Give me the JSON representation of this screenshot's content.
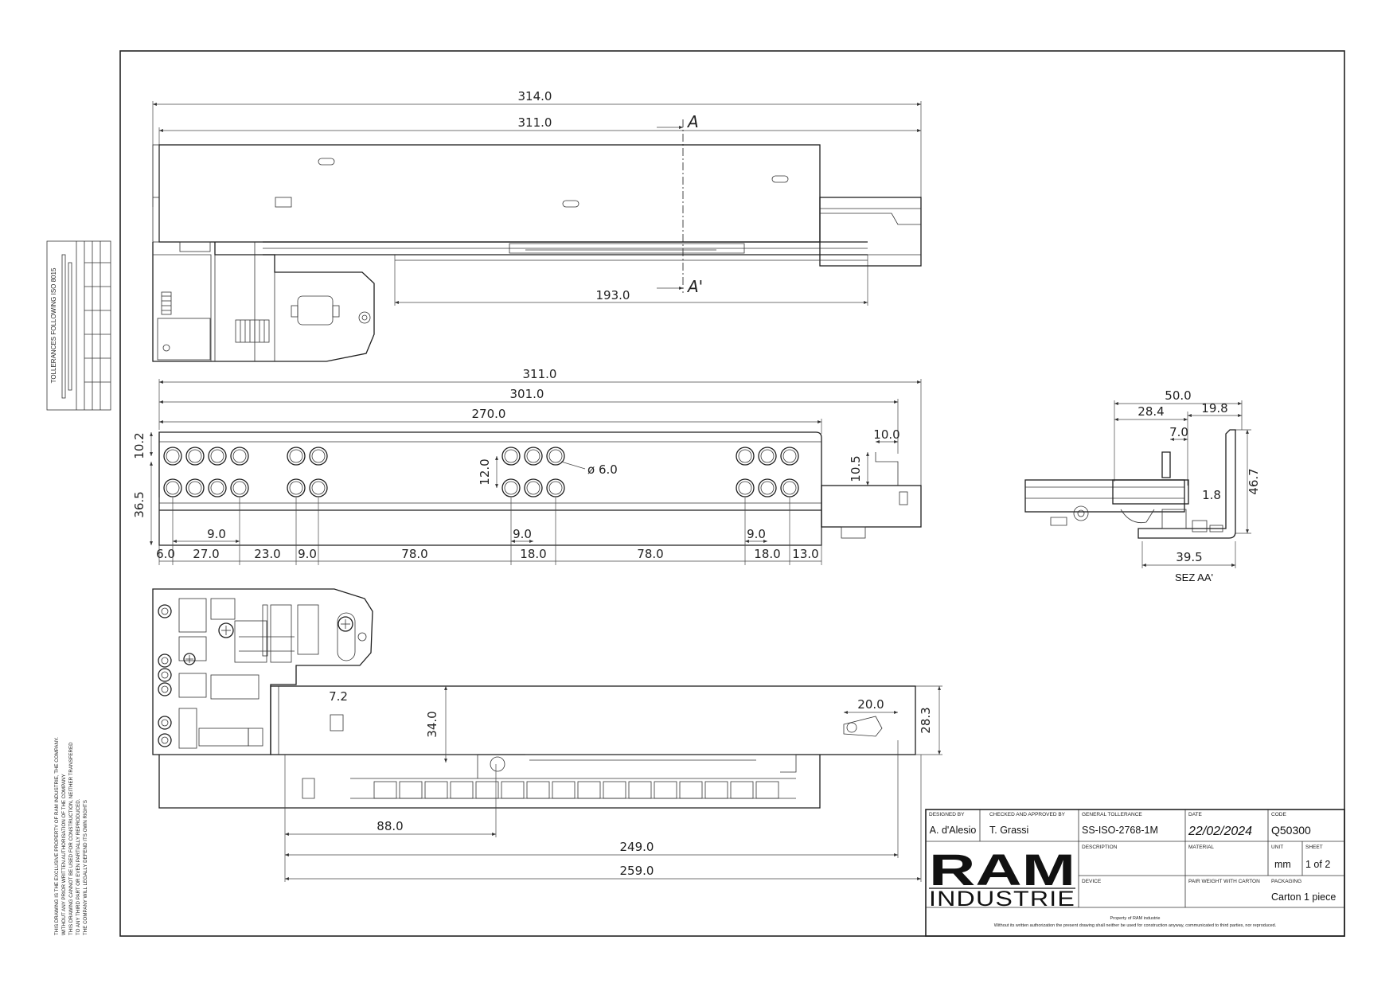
{
  "dimensions": {
    "top_view": [
      "314.0",
      "311.0",
      "193.0"
    ],
    "side_view_lengths": [
      "311.0",
      "301.0",
      "270.0"
    ],
    "side_view_heights": [
      "10.2",
      "36.5"
    ],
    "side_view_spacing": [
      "9.0",
      "9.0",
      "9.0",
      "12.0"
    ],
    "hole_diameter": "ø 6.0",
    "side_view_bottom": [
      "6.0",
      "27.0",
      "23.0",
      "9.0",
      "78.0",
      "18.0",
      "78.0",
      "18.0",
      "13.0"
    ],
    "side_view_tail": [
      "10.0",
      "10.5"
    ],
    "section": [
      "50.0",
      "28.4",
      "19.8",
      "7.0",
      "1.8",
      "46.7",
      "39.5"
    ],
    "bottom_view": [
      "7.2",
      "34.0",
      "20.0",
      "28.3",
      "88.0",
      "249.0",
      "259.0"
    ]
  },
  "section_marks": {
    "a": "A",
    "a_prime": "A'"
  },
  "section_label": "SEZ AA'",
  "title_block": {
    "designed_by_label": "DESIGNED BY",
    "designed_by": "A. d'Alesio",
    "checked_label": "CHECKED AND APPROVED BY",
    "checked": "T. Grassi",
    "tolerance_label": "GENERAL TOLLERANCE",
    "tolerance": "SS-ISO-2768-1M",
    "date_label": "DATE",
    "date": "22/02/2024",
    "code_label": "CODE",
    "code": "Q50300",
    "description_label": "DESCRIPTION",
    "material_label": "MATERIAL",
    "unit_label": "UNIT",
    "unit": "mm",
    "sheet_label": "SHEET",
    "sheet": "1 of 2",
    "device_label": "DEVICE",
    "weight_label": "PAIR WEIGHT WITH CARTON",
    "packaging_label": "PACKAGING",
    "packaging": "Carton 1 piece",
    "logo_top": "RAM",
    "logo_bottom": "INDUSTRIE",
    "property_line1": "Property of RAM industrie",
    "property_line2": "Without its written authorization the present drawing shall neither be used for construction anyway, communicated to third parties, nor reproduced."
  },
  "tolerance_box": {
    "heading": "TOLLERANCES FOLLOWING ISO 8015"
  },
  "legal_note": [
    "THIS DRAWING IS THE EXCLUSIVE PROPERTY OF RAM INDUSTRIE, THE COMPANY.",
    "WITHOUT ANY PRIOR WRITTEN AUTHORISATION OF THE COMPANY",
    "THIS DRAWING CANNOT BE USED FOR CONSTRUCTION, NEITHER TRANSFERED",
    "TO ANY THIRD PART OR EVEN PARTIALLY REPRODUCED.",
    "THE COMPANY WILL LEGALLY DEFEND ITS OWN RIGHTS"
  ],
  "colors": {
    "line": "#1e1e1e",
    "background": "#ffffff"
  }
}
